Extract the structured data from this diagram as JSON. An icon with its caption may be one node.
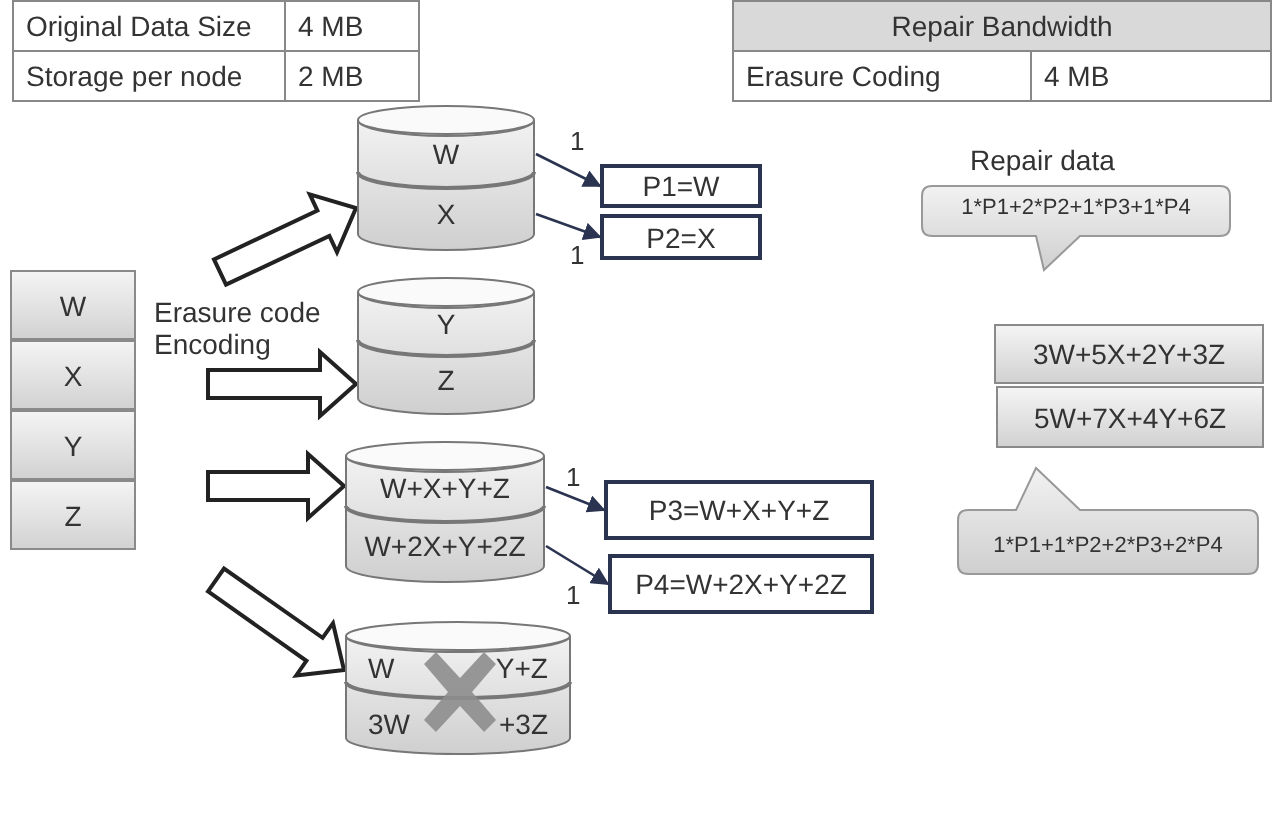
{
  "diagram": {
    "nodes": [
      {
        "text": [
          "W"
        ]
      },
      {
        "text": [
          "X"
        ]
      },
      {
        "text": [
          "Y"
        ]
      },
      {
        "text": [
          "Z"
        ]
      },
      {
        "text": [],
        "shape": "cylinder"
      },
      {
        "text": [
          "W"
        ],
        "in": 4
      },
      {
        "text": [
          "X"
        ],
        "in": 4
      },
      {
        "text": [],
        "shape": "cylinder"
      },
      {
        "text": [
          "Y"
        ],
        "in": 7
      },
      {
        "text": [
          "Z"
        ],
        "in": 7
      },
      {
        "text": [],
        "shape": "cylinder"
      },
      {
        "text": [
          "W+X+Y+Z"
        ],
        "in": 10
      },
      {
        "text": [
          "W+2X+Y+2Z"
        ],
        "in": 10
      },
      {
        "text": [],
        "shape": "cylinder"
      },
      {
        "text": [
          "W",
          "Y+Z"
        ],
        "in": 13
      },
      {
        "text": [
          "3W",
          "+3Z"
        ],
        "in": 13
      },
      {
        "text": [
          "P1=W"
        ]
      },
      {
        "text": [
          "P2=X"
        ]
      },
      {
        "text": [
          "P3=W+X+Y+Z"
        ]
      },
      {
        "text": [
          "P4=W+2X+Y+2Z"
        ]
      },
      {
        "text": [
          "1*P1+2*P2+1*P3+1*P4"
        ],
        "beside": [
          "Repair data"
        ]
      },
      {
        "text": [
          "3W+5X+2Y+3Z"
        ]
      },
      {
        "text": [
          "5W+7X+4Y+6Z"
        ]
      },
      {
        "text": [
          "1*P1+1*P2+2*P3+2*P4"
        ]
      }
    ],
    "edges": [
      {
        "from": null,
        "to": 4,
        "arrow": "to",
        "style": "thick"
      },
      {
        "from": null,
        "to": 7,
        "arrow": "to",
        "style": "thick"
      },
      {
        "from": null,
        "to": 10,
        "arrow": "to",
        "style": "thick"
      },
      {
        "from": null,
        "to": 13,
        "arrow": "to",
        "style": "thick"
      },
      {
        "from": 5,
        "to": 16,
        "arrow": "to",
        "label": "1"
      },
      {
        "from": 6,
        "to": 17,
        "arrow": "to",
        "label": "1"
      },
      {
        "from": 11,
        "to": 18,
        "arrow": "to",
        "label": "1"
      },
      {
        "from": 12,
        "to": 19,
        "arrow": "to",
        "label": "1"
      }
    ],
    "labels": [
      "Original Data Size",
      "4 MB",
      "Storage per node",
      "2 MB",
      "Repair Bandwidth",
      "Erasure Coding",
      "4 MB",
      "Erasure code Encoding"
    ]
  }
}
